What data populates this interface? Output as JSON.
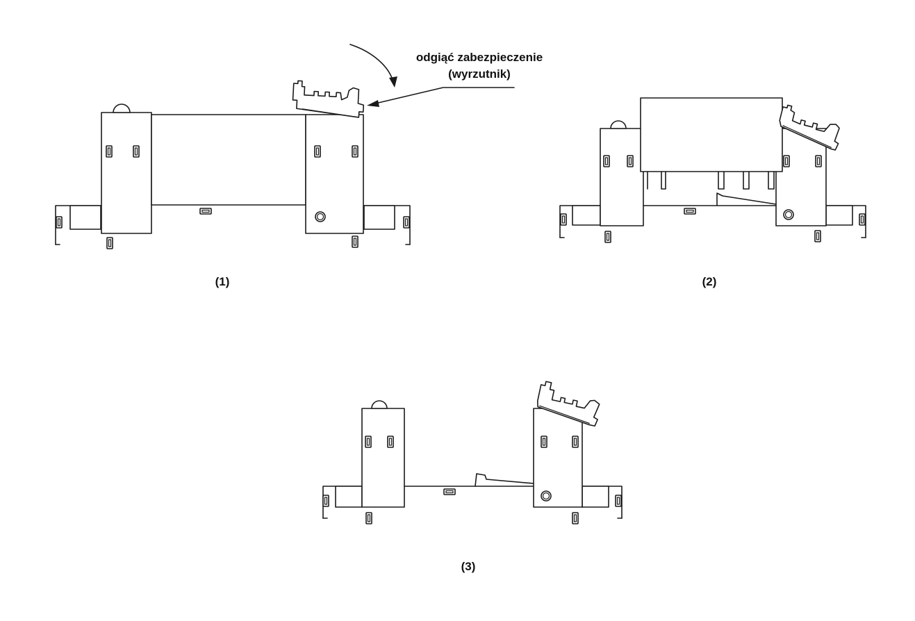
{
  "annotation": {
    "line1": "odgiąć zabezpieczenie",
    "line2": "(wyrzutnik)"
  },
  "steps": [
    {
      "label": "(1)"
    },
    {
      "label": "(2)"
    },
    {
      "label": "(3)"
    }
  ],
  "colors": {
    "stroke": "#1a1a1a",
    "background": "#ffffff"
  }
}
